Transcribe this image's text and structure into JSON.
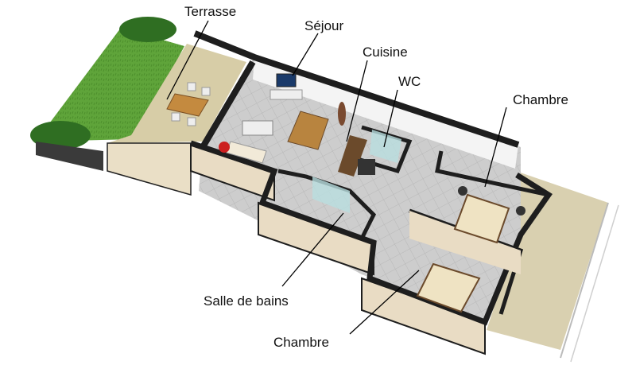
{
  "labels": {
    "terrasse": "Terrasse",
    "sejour": "Séjour",
    "cuisine": "Cuisine",
    "wc": "WC",
    "chambre_1": "Chambre",
    "salle_de_bains": "Salle de bains",
    "chambre_2": "Chambre"
  },
  "colors": {
    "lawn": "#5fa43a",
    "hedge": "#2f6e22",
    "terrace": "#d7cda7",
    "floor": "#c8c8c8",
    "wall_top": "#1e1e1e",
    "wall_face": "#e9dcc4"
  }
}
